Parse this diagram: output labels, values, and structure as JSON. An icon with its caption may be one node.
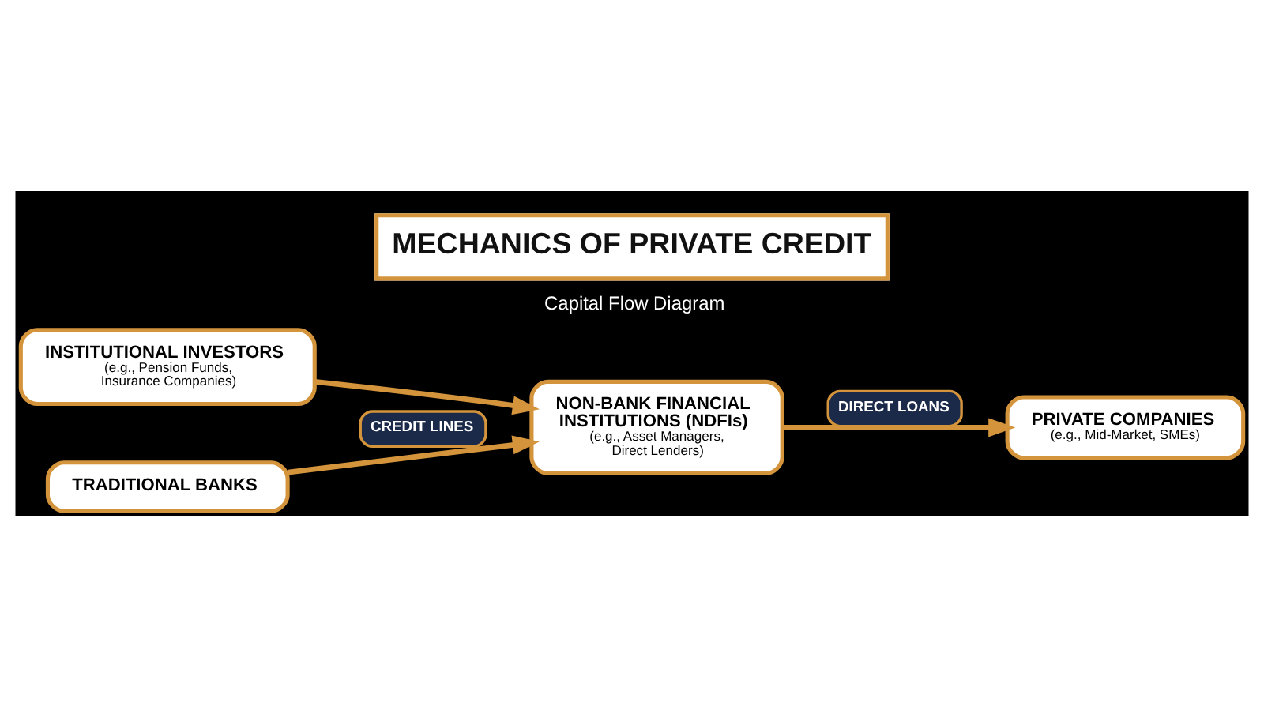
{
  "diagram": {
    "title": "MECHANICS OF PRIVATE CREDIT",
    "caption": "Capital Flow Diagram",
    "nodes": [
      {
        "text": [
          "INSTITUTIONAL INVESTORS",
          "(e.g., Pension Funds, Insurance Companies)"
        ]
      },
      {
        "text": [
          "TRADITIONAL BANKS"
        ]
      },
      {
        "text": [
          "NON-BANK FINANCIAL INSTITUTIONS (NDFIs)",
          "(e.g., Asset Managers, Direct Lenders)"
        ]
      },
      {
        "text": [
          "PRIVATE COMPANIES",
          "(e.g., Mid-Market, SMEs)"
        ]
      }
    ],
    "edges": [
      {
        "from": 0,
        "to": 2,
        "arrow": "to"
      },
      {
        "from": 1,
        "to": 2,
        "arrow": "to",
        "label": "CREDIT LINES"
      },
      {
        "from": 2,
        "to": 3,
        "arrow": "to",
        "label": "DIRECT LOANS"
      }
    ]
  }
}
